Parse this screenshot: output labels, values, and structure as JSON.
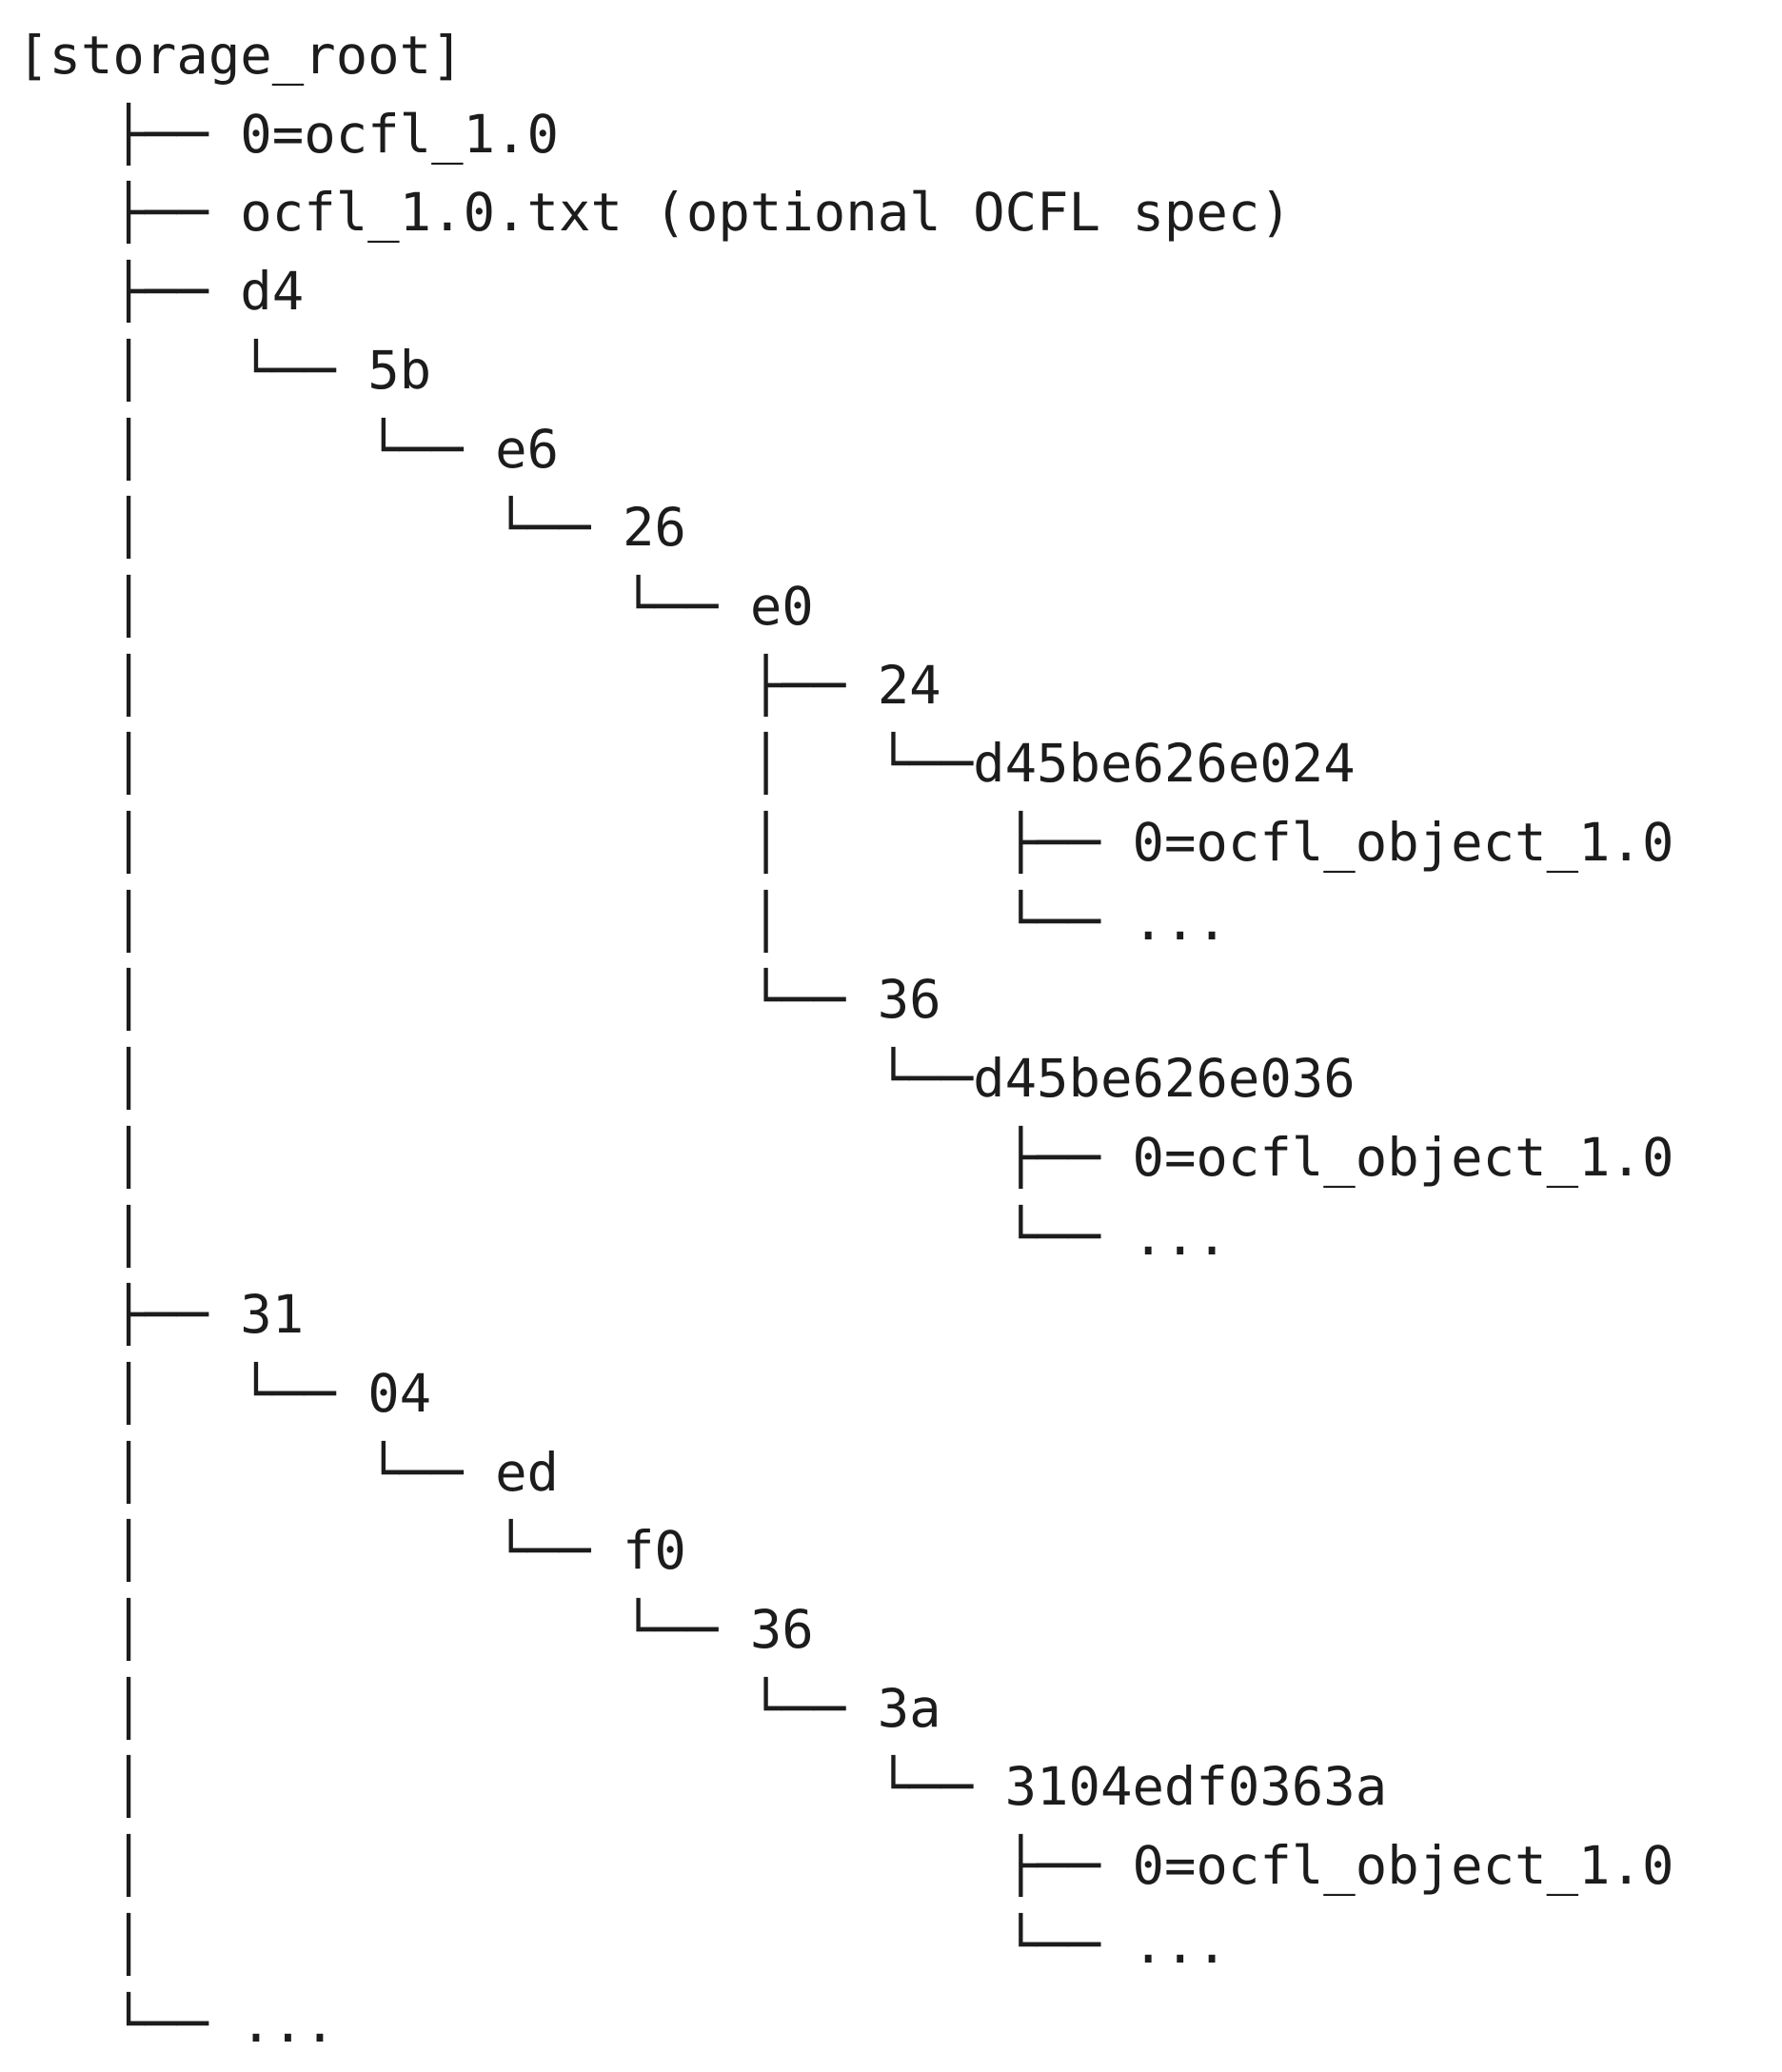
{
  "tree": {
    "lines": [
      {
        "prefix": "",
        "name": "[storage_root]"
      },
      {
        "prefix": "   ├── ",
        "name": "0=ocfl_1.0"
      },
      {
        "prefix": "   ├── ",
        "name": "ocfl_1.0.txt (optional OCFL spec)"
      },
      {
        "prefix": "   ├── ",
        "name": "d4"
      },
      {
        "prefix": "   │   └── ",
        "name": "5b"
      },
      {
        "prefix": "   │       └── ",
        "name": "e6"
      },
      {
        "prefix": "   │           └── ",
        "name": "26"
      },
      {
        "prefix": "   │               └── ",
        "name": "e0"
      },
      {
        "prefix": "   │                   ├── ",
        "name": "24"
      },
      {
        "prefix": "   │                   │   └──",
        "name": "d45be626e024"
      },
      {
        "prefix": "   │                   │       ├── ",
        "name": "0=ocfl_object_1.0"
      },
      {
        "prefix": "   │                   │       └── ",
        "name": "..."
      },
      {
        "prefix": "   │                   └── ",
        "name": "36"
      },
      {
        "prefix": "   │                       └──",
        "name": "d45be626e036"
      },
      {
        "prefix": "   │                           ├── ",
        "name": "0=ocfl_object_1.0"
      },
      {
        "prefix": "   │                           └── ",
        "name": "..."
      },
      {
        "prefix": "   ├── ",
        "name": "31"
      },
      {
        "prefix": "   │   └── ",
        "name": "04"
      },
      {
        "prefix": "   │       └── ",
        "name": "ed"
      },
      {
        "prefix": "   │           └── ",
        "name": "f0"
      },
      {
        "prefix": "   │               └── ",
        "name": "36"
      },
      {
        "prefix": "   │                   └── ",
        "name": "3a"
      },
      {
        "prefix": "   │                       └── ",
        "name": "3104edf0363a"
      },
      {
        "prefix": "   │                           ├── ",
        "name": "0=ocfl_object_1.0"
      },
      {
        "prefix": "   │                           └── ",
        "name": "..."
      },
      {
        "prefix": "   └── ",
        "name": "..."
      }
    ]
  }
}
